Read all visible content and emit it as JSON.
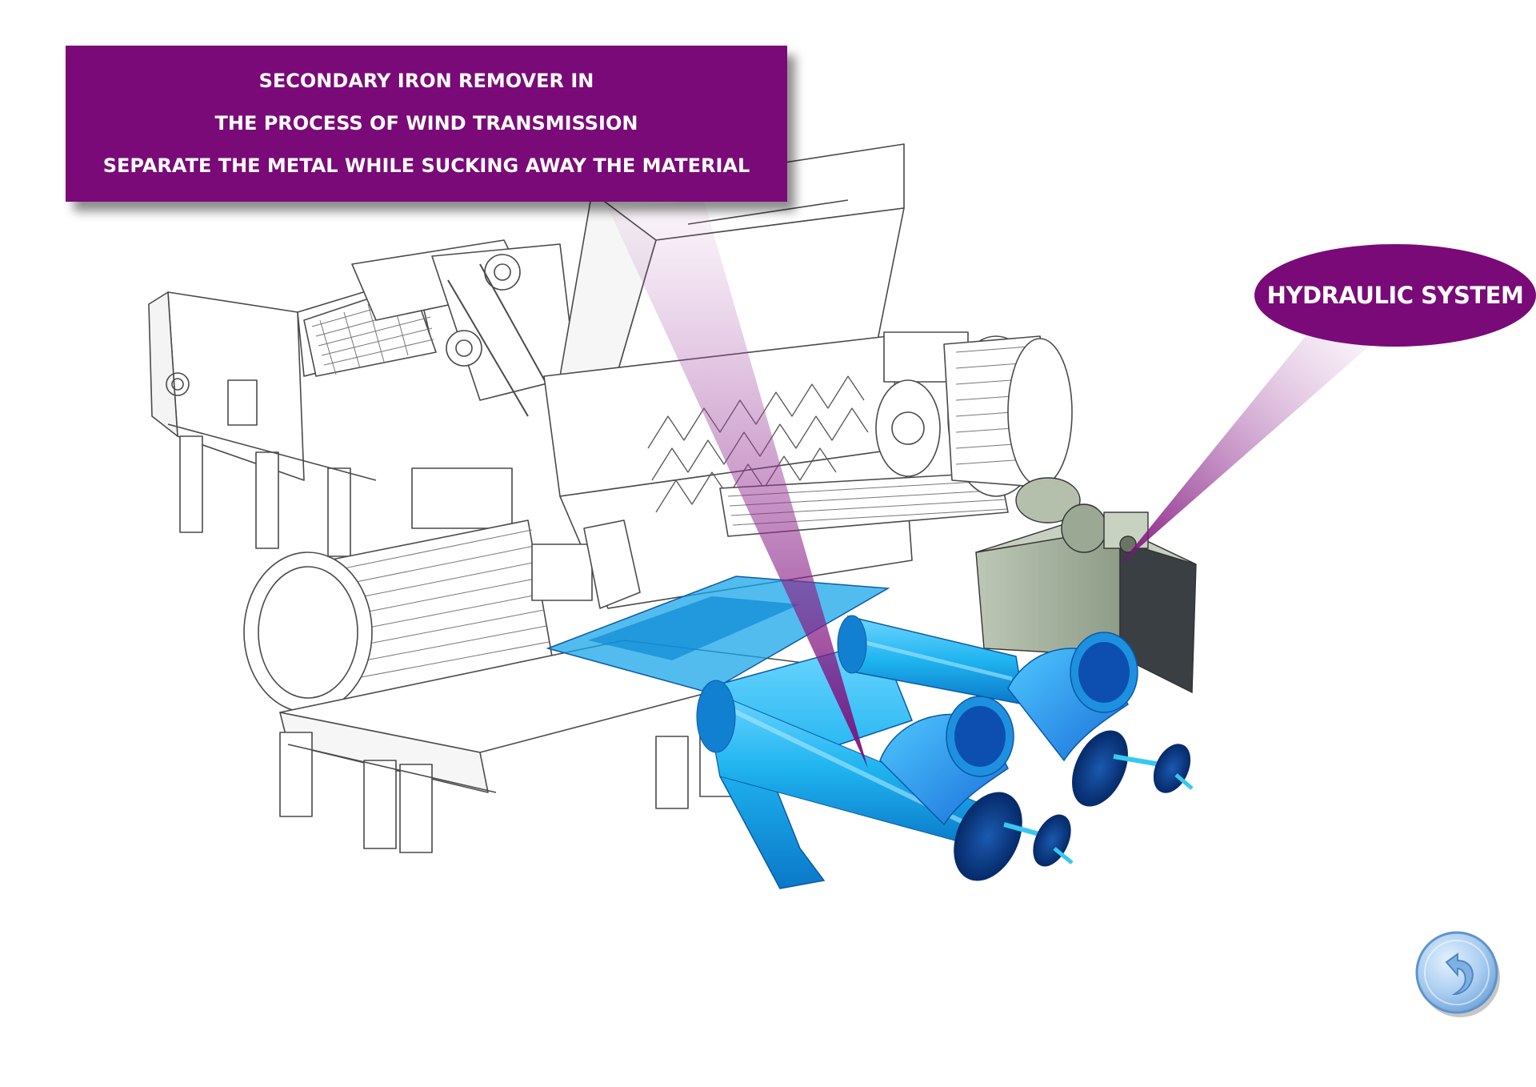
{
  "callout_iron_remover": {
    "line1": "SECONDARY IRON REMOVER IN",
    "line2": "THE PROCESS OF WIND TRANSMISSION",
    "line3": "SEPARATE THE METAL WHILE SUCKING AWAY THE MATERIAL"
  },
  "callout_hydraulic": {
    "label": "HYDRAULIC SYSTEM"
  },
  "colors": {
    "callout_purple": "#7a0a78",
    "pipe_cyan": "#1fb4f0",
    "pipe_dark": "#0a3c8c",
    "hydraulic_green": "#a9b8a2",
    "line_drawing": "#4a4a4a",
    "back_button": "#a9cdf0"
  },
  "icons": {
    "back": "undo-arrow-icon"
  }
}
